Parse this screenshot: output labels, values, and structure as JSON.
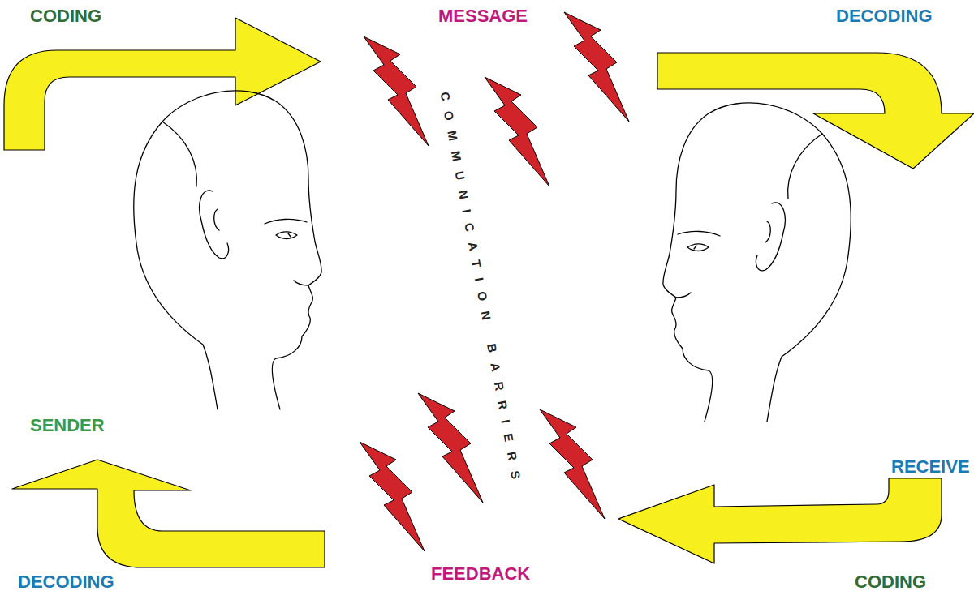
{
  "diagram": {
    "labels": [
      "CODING",
      "MESSAGE",
      "DECODING",
      "COMMUNICATION BARRIERS",
      "SENDER",
      "RECEIVE",
      "DECODING",
      "FEEDBACK",
      "CODING"
    ]
  }
}
